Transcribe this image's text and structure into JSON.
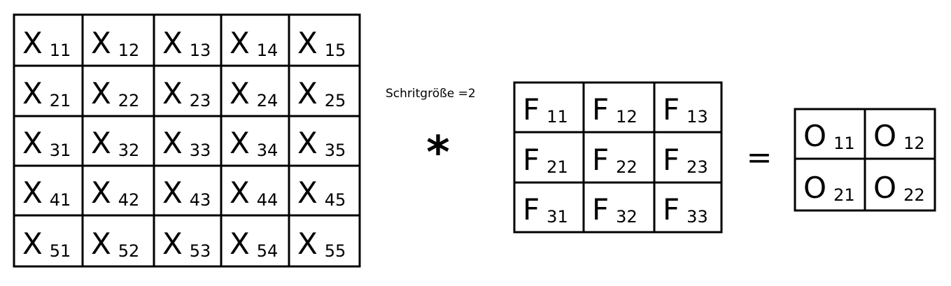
{
  "stride_label": "Schritgröße =2",
  "operator_convolve": "*",
  "operator_equals": "=",
  "input_matrix": {
    "letter": "X",
    "rows": [
      [
        "11",
        "12",
        "13",
        "14",
        "15"
      ],
      [
        "21",
        "22",
        "23",
        "24",
        "25"
      ],
      [
        "31",
        "32",
        "33",
        "34",
        "35"
      ],
      [
        "41",
        "42",
        "43",
        "44",
        "45"
      ],
      [
        "51",
        "52",
        "53",
        "54",
        "55"
      ]
    ]
  },
  "filter_matrix": {
    "letter": "F",
    "rows": [
      [
        "11",
        "12",
        "13"
      ],
      [
        "21",
        "22",
        "23"
      ],
      [
        "31",
        "32",
        "33"
      ]
    ]
  },
  "output_matrix": {
    "letter": "O",
    "rows": [
      [
        "11",
        "12"
      ],
      [
        "21",
        "22"
      ]
    ]
  }
}
